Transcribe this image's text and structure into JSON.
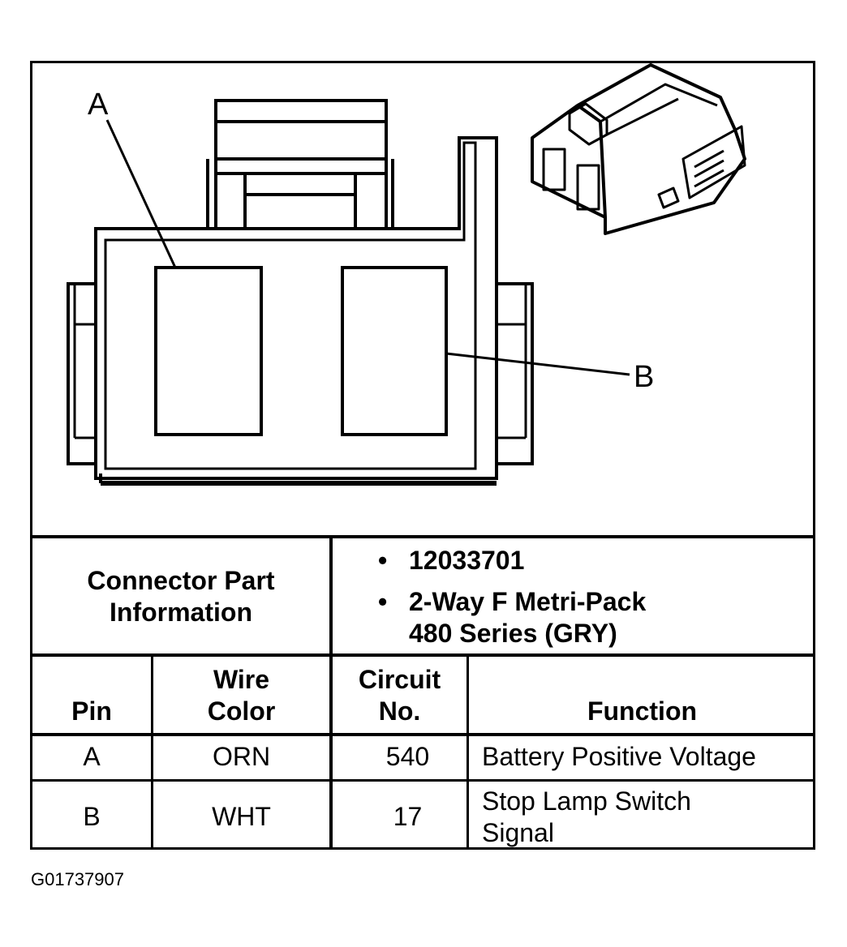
{
  "diagram": {
    "callouts": [
      {
        "id": "A",
        "label": "A"
      },
      {
        "id": "B",
        "label": "B"
      }
    ]
  },
  "connector_info": {
    "label_line1": "Connector Part",
    "label_line2": "Information",
    "part_number": "12033701",
    "description_line1": "2-Way F Metri-Pack",
    "description_line2": "480 Series (GRY)",
    "bullet": "•"
  },
  "table": {
    "headers": {
      "pin": "Pin",
      "wire_color_line1": "Wire",
      "wire_color_line2": "Color",
      "circuit_line1": "Circuit",
      "circuit_line2": "No.",
      "function": "Function"
    },
    "rows": [
      {
        "pin": "A",
        "wire_color": "ORN",
        "circuit": "540",
        "function_line1": "Battery Positive Voltage",
        "function_line2": ""
      },
      {
        "pin": "B",
        "wire_color": "WHT",
        "circuit": "17",
        "function_line1": "Stop Lamp Switch",
        "function_line2": "Signal"
      }
    ]
  },
  "figure_id": "G01737907"
}
